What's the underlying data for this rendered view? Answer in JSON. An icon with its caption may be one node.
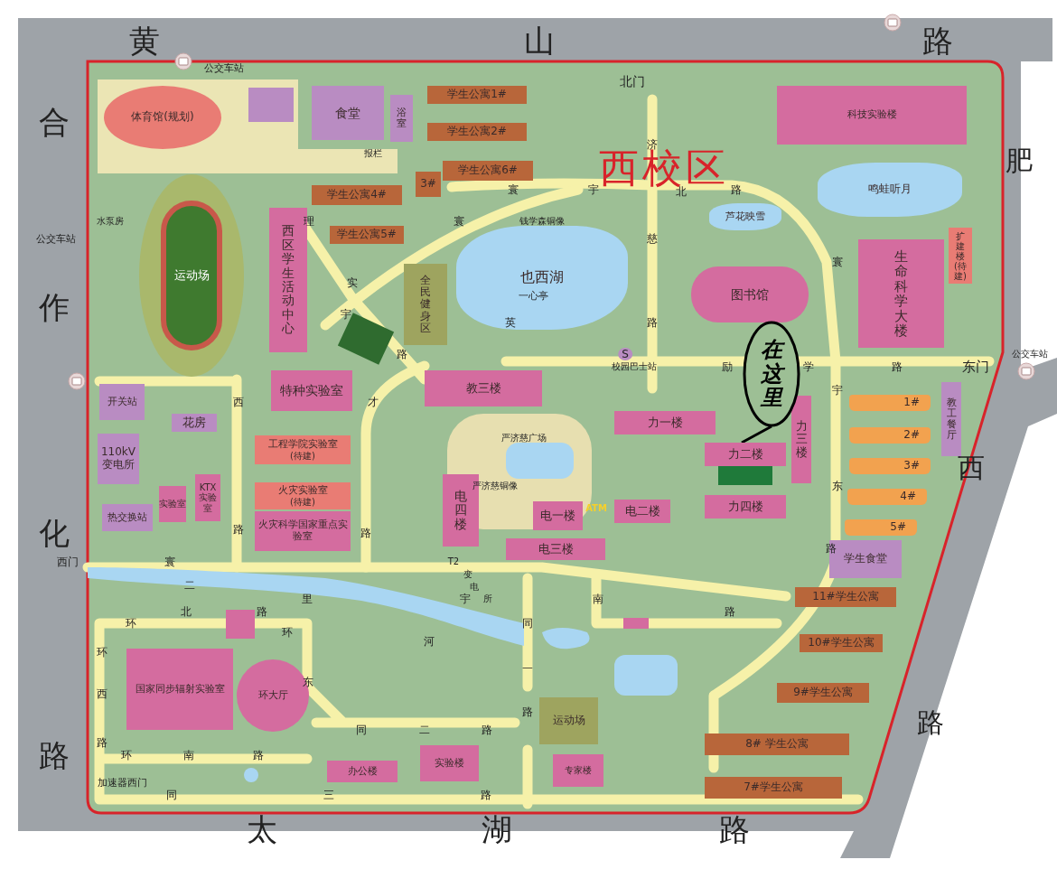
{
  "diagram": {
    "title": "西校区",
    "nodes": [
      {
        "text": [
          "体育馆(规划)"
        ]
      },
      {
        "text": [
          "食堂"
        ]
      },
      {
        "text": [
          "浴室"
        ]
      },
      {
        "text": [
          "学生公寓1#"
        ]
      },
      {
        "text": [
          "学生公寓2#"
        ]
      },
      {
        "text": [
          "学生公寓6#"
        ]
      },
      {
        "text": [
          "3#"
        ]
      },
      {
        "text": [
          "学生公寓4#"
        ]
      },
      {
        "text": [
          "学生公寓5#"
        ]
      },
      {
        "text": [
          "西区学生活动中心"
        ]
      },
      {
        "text": [
          "运动场"
        ]
      },
      {
        "text": [
          "也西湖"
        ]
      },
      {
        "text": [
          "全民健身区"
        ]
      },
      {
        "text": [
          "科技实验楼"
        ]
      },
      {
        "text": [
          "鸣蛙听月"
        ]
      },
      {
        "text": [
          "芦花映雪"
        ]
      },
      {
        "text": [
          "图书馆"
        ]
      },
      {
        "text": [
          "扩建楼",
          "(待建)"
        ]
      },
      {
        "text": [
          "生命科学大楼"
        ]
      },
      {
        "text": [
          "在这里"
        ]
      },
      {
        "text": [
          "教三楼"
        ]
      },
      {
        "text": [
          "特种实验室"
        ]
      },
      {
        "text": [
          "开关站"
        ]
      },
      {
        "text": [
          "花房"
        ]
      },
      {
        "text": [
          "110kV 变电所"
        ]
      },
      {
        "text": [
          "工程学院实验室",
          "(待建)"
        ]
      },
      {
        "text": [
          "火灾实验室",
          "(待建)"
        ]
      },
      {
        "text": [
          "火灾科学国家重点实验室"
        ]
      },
      {
        "text": [
          "KTX实验室"
        ]
      },
      {
        "text": [
          "实验室"
        ]
      },
      {
        "text": [
          "热交换站"
        ]
      },
      {
        "text": [
          "电四楼"
        ]
      },
      {
        "text": [
          "电一楼"
        ]
      },
      {
        "text": [
          "电二楼"
        ]
      },
      {
        "text": [
          "电三楼"
        ]
      },
      {
        "text": [
          "力一楼"
        ]
      },
      {
        "text": [
          "力二楼"
        ]
      },
      {
        "text": [
          "力三楼"
        ]
      },
      {
        "text": [
          "力四楼"
        ]
      },
      {
        "text": [
          "1#"
        ]
      },
      {
        "text": [
          "2#"
        ]
      },
      {
        "text": [
          "3#"
        ]
      },
      {
        "text": [
          "4#"
        ]
      },
      {
        "text": [
          "5#"
        ]
      },
      {
        "text": [
          "教工餐厅"
        ]
      },
      {
        "text": [
          "学生食堂"
        ]
      },
      {
        "text": [
          "11#学生公寓"
        ]
      },
      {
        "text": [
          "10#学生公寓"
        ]
      },
      {
        "text": [
          "9#学生公寓"
        ]
      },
      {
        "text": [
          "8# 学生公寓"
        ]
      },
      {
        "text": [
          "7#学生公寓"
        ]
      },
      {
        "text": [
          "运动场"
        ]
      },
      {
        "text": [
          "国家同步辐射实验室"
        ]
      },
      {
        "text": [
          "环大厅"
        ]
      },
      {
        "text": [
          "办公楼"
        ]
      },
      {
        "text": [
          "实验楼"
        ]
      },
      {
        "text": [
          "专家楼"
        ]
      }
    ],
    "edges": [
      {
        "from": 19,
        "to": 36,
        "arrow": "none"
      }
    ],
    "labels": [
      "黄",
      "山",
      "路",
      "公交车站",
      "北门",
      "合",
      "济",
      "报栏",
      "肥",
      "寰",
      "宇",
      "北",
      "路",
      "水泵房",
      "理",
      "寰",
      "钱学森铜像",
      "公交车站",
      "慈",
      "寰",
      "实",
      "一心亭",
      "作",
      "宇",
      "英",
      "路",
      "路",
      "S",
      "公交车站",
      "校园巴士站",
      "励",
      "学",
      "路",
      "东门",
      "宇",
      "西",
      "才",
      "严济慈广场",
      "西",
      "严济慈铜像",
      "东",
      "ATM",
      "化",
      "路",
      "路",
      "路",
      "西门",
      "寰",
      "T2",
      "变",
      "二",
      "电",
      "里",
      "宇",
      "所",
      "南",
      "北",
      "路",
      "路",
      "环",
      "同",
      "环",
      "河",
      "环",
      "一",
      "东",
      "西",
      "路",
      "路",
      "同",
      "二",
      "路",
      "路",
      "路",
      "环",
      "南",
      "路",
      "加速器西门",
      "同",
      "三",
      "路",
      "太",
      "湖",
      "路"
    ]
  }
}
